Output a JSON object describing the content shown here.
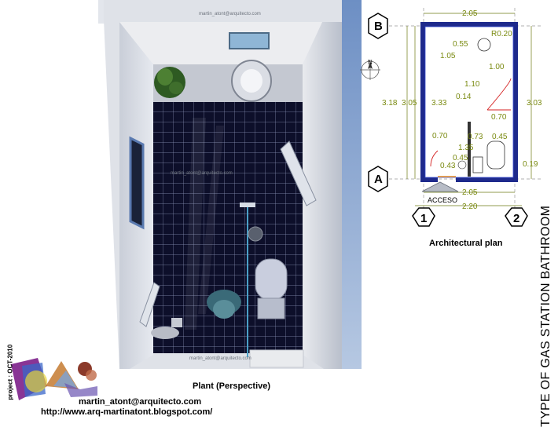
{
  "perspective": {
    "caption": "Plant (Perspective)",
    "watermark_top": "martin_atont@arquitecto.com",
    "watermark_mid": "martin_atont@arquitecto.com",
    "watermark_bottom": "martin_atont@arquitecto.com"
  },
  "plan": {
    "caption": "Architectural plan",
    "axis_b": "B",
    "axis_a": "A",
    "axis_1": "1",
    "axis_2": "2",
    "north": "N",
    "access_label": "ACCESO",
    "dimensions": {
      "top_width": "2.05",
      "bottom_inner_width": "2.05",
      "bottom_total_width": "2.20",
      "left_total": "3.18",
      "left_inner": "3.05",
      "left_room": "3.33",
      "right_total": "3.03",
      "radius": "R0.20",
      "d055": "0.55",
      "d105": "1.05",
      "d100": "1.00",
      "d110": "1.10",
      "d014": "0.14",
      "d070_right": "0.70",
      "d070_left": "0.70",
      "d073": "0.73",
      "d045_right": "0.45",
      "d135": "1.35",
      "d045_left": "0.45",
      "d043": "0.43",
      "d019": "0.19"
    }
  },
  "credits": {
    "email": "martin_atont@arquitecto.com",
    "url": "http://www.arq-martinatont.blogspot.com/",
    "project": "project : OCT-2010"
  },
  "title": "TYPE OF GAS STATION BATHROOM",
  "colors": {
    "tile": "#0d0f2a",
    "wall_blue": "#1e2a8c",
    "dimension_green": "#7a8a10",
    "door_red": "#d42020"
  }
}
